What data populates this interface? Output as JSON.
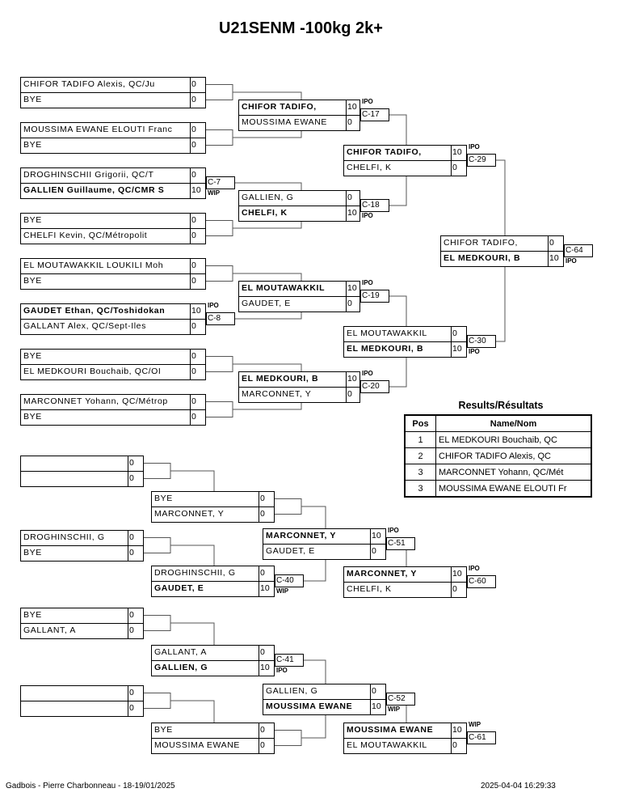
{
  "title": "U21SENM -100kg 2k+",
  "main": [
    {
      "top": {
        "name": "CHIFOR TADIFO Alexis, QC/Ju",
        "score": "0",
        "bold": false
      },
      "bottom": {
        "name": "BYE",
        "score": "0",
        "bold": false
      }
    },
    {
      "top": {
        "name": "MOUSSIMA EWANE ELOUTI Franc",
        "score": "0",
        "bold": false
      },
      "bottom": {
        "name": "BYE",
        "score": "0",
        "bold": false
      }
    },
    {
      "top": {
        "name": "DROGHINSCHII Grigorii, QC/T",
        "score": "0",
        "bold": false
      },
      "bottom": {
        "name": "GALLIEN Guillaume, QC/CMR S",
        "score": "10",
        "bold": true
      },
      "code": "C-7",
      "result": "WIP",
      "winner": "bottom"
    },
    {
      "top": {
        "name": "BYE",
        "score": "0",
        "bold": false
      },
      "bottom": {
        "name": "CHELFI Kevin, QC/Métropolit",
        "score": "0",
        "bold": false
      }
    },
    {
      "top": {
        "name": "EL MOUTAWAKKIL LOUKILI Moh",
        "score": "0",
        "bold": false
      },
      "bottom": {
        "name": "BYE",
        "score": "0",
        "bold": false
      }
    },
    {
      "top": {
        "name": "GAUDET Ethan, QC/Toshidokan",
        "score": "10",
        "bold": true
      },
      "bottom": {
        "name": "GALLANT Alex, QC/Sept-Iles",
        "score": "0",
        "bold": false
      },
      "code": "C-8",
      "result": "IPO",
      "winner": "top"
    },
    {
      "top": {
        "name": "BYE",
        "score": "0",
        "bold": false
      },
      "bottom": {
        "name": "EL MEDKOURI Bouchaib, QC/OI",
        "score": "0",
        "bold": false
      }
    },
    {
      "top": {
        "name": "MARCONNET Yohann, QC/Métrop",
        "score": "0",
        "bold": false
      },
      "bottom": {
        "name": "BYE",
        "score": "0",
        "bold": false
      }
    },
    {
      "top": {
        "name": "CHIFOR TADIFO,",
        "score": "10",
        "bold": true
      },
      "bottom": {
        "name": "MOUSSIMA EWANE",
        "score": "0",
        "bold": false
      },
      "code": "C-17",
      "result": "IPO",
      "winner": "top"
    },
    {
      "top": {
        "name": "GALLIEN, G",
        "score": "0",
        "bold": false
      },
      "bottom": {
        "name": "CHELFI, K",
        "score": "10",
        "bold": true
      },
      "code": "C-18",
      "result": "IPO",
      "winner": "bottom"
    },
    {
      "top": {
        "name": "EL MOUTAWAKKIL",
        "score": "10",
        "bold": true
      },
      "bottom": {
        "name": "GAUDET, E",
        "score": "0",
        "bold": false
      },
      "code": "C-19",
      "result": "IPO",
      "winner": "top"
    },
    {
      "top": {
        "name": "EL MEDKOURI, B",
        "score": "10",
        "bold": true
      },
      "bottom": {
        "name": "MARCONNET, Y",
        "score": "0",
        "bold": false
      },
      "code": "C-20",
      "result": "IPO",
      "winner": "top"
    },
    {
      "top": {
        "name": "CHIFOR TADIFO,",
        "score": "10",
        "bold": true
      },
      "bottom": {
        "name": "CHELFI, K",
        "score": "0",
        "bold": false
      },
      "code": "C-29",
      "result": "IPO",
      "winner": "top"
    },
    {
      "top": {
        "name": "EL MOUTAWAKKIL",
        "score": "0",
        "bold": false
      },
      "bottom": {
        "name": "EL MEDKOURI, B",
        "score": "10",
        "bold": true
      },
      "code": "C-30",
      "result": "IPO",
      "winner": "bottom"
    },
    {
      "top": {
        "name": "CHIFOR TADIFO,",
        "score": "0",
        "bold": false
      },
      "bottom": {
        "name": "EL MEDKOURI, B",
        "score": "10",
        "bold": true
      },
      "code": "C-64",
      "result": "IPO",
      "winner": "bottom"
    }
  ],
  "repechage": [
    {
      "top": {
        "name": "",
        "score": "0",
        "bold": false
      },
      "bottom": {
        "name": "",
        "score": "0",
        "bold": false
      }
    },
    {
      "top": {
        "name": "BYE",
        "score": "0",
        "bold": false
      },
      "bottom": {
        "name": "MARCONNET, Y",
        "score": "0",
        "bold": false
      }
    },
    {
      "top": {
        "name": "DROGHINSCHII, G",
        "score": "0",
        "bold": false
      },
      "bottom": {
        "name": "BYE",
        "score": "0",
        "bold": false
      }
    },
    {
      "top": {
        "name": "DROGHINSCHII, G",
        "score": "0",
        "bold": false
      },
      "bottom": {
        "name": "GAUDET, E",
        "score": "10",
        "bold": true
      },
      "code": "C-40",
      "result": "WIP",
      "winner": "bottom"
    },
    {
      "top": {
        "name": "MARCONNET, Y",
        "score": "10",
        "bold": true
      },
      "bottom": {
        "name": "GAUDET, E",
        "score": "0",
        "bold": false
      },
      "code": "C-51",
      "result": "IPO",
      "winner": "top"
    },
    {
      "top": {
        "name": "MARCONNET, Y",
        "score": "10",
        "bold": true
      },
      "bottom": {
        "name": "CHELFI, K",
        "score": "0",
        "bold": false
      },
      "code": "C-60",
      "result": "IPO",
      "winner": "top"
    },
    {
      "top": {
        "name": "BYE",
        "score": "0",
        "bold": false
      },
      "bottom": {
        "name": "GALLANT, A",
        "score": "0",
        "bold": false
      }
    },
    {
      "top": {
        "name": "GALLANT, A",
        "score": "0",
        "bold": false
      },
      "bottom": {
        "name": "GALLIEN, G",
        "score": "10",
        "bold": true
      },
      "code": "C-41",
      "result": "IPO",
      "winner": "bottom"
    },
    {
      "top": {
        "name": "",
        "score": "0",
        "bold": false
      },
      "bottom": {
        "name": "",
        "score": "0",
        "bold": false
      }
    },
    {
      "top": {
        "name": "BYE",
        "score": "0",
        "bold": false
      },
      "bottom": {
        "name": "MOUSSIMA EWANE",
        "score": "0",
        "bold": false
      }
    },
    {
      "top": {
        "name": "GALLIEN, G",
        "score": "0",
        "bold": false
      },
      "bottom": {
        "name": "MOUSSIMA EWANE",
        "score": "10",
        "bold": true
      },
      "code": "C-52",
      "result": "WIP",
      "winner": "bottom"
    },
    {
      "top": {
        "name": "MOUSSIMA EWANE",
        "score": "10",
        "bold": true
      },
      "bottom": {
        "name": "EL MOUTAWAKKIL",
        "score": "0",
        "bold": false
      },
      "code": "C-61",
      "result": "WIP",
      "winner": "top"
    }
  ],
  "results": {
    "title": "Results/Résultats",
    "headers": {
      "pos": "Pos",
      "name": "Name/Nom"
    },
    "rows": [
      {
        "pos": "1",
        "name": "EL MEDKOURI Bouchaib, QC"
      },
      {
        "pos": "2",
        "name": "CHIFOR TADIFO Alexis, QC"
      },
      {
        "pos": "3",
        "name": "MARCONNET Yohann, QC/Mét"
      },
      {
        "pos": "3",
        "name": "MOUSSIMA EWANE ELOUTI Fr"
      }
    ]
  },
  "footer": {
    "left": "Gadbois - Pierre Charbonneau - 18-19/01/2025",
    "right": "2025-04-04 16:29:33"
  }
}
